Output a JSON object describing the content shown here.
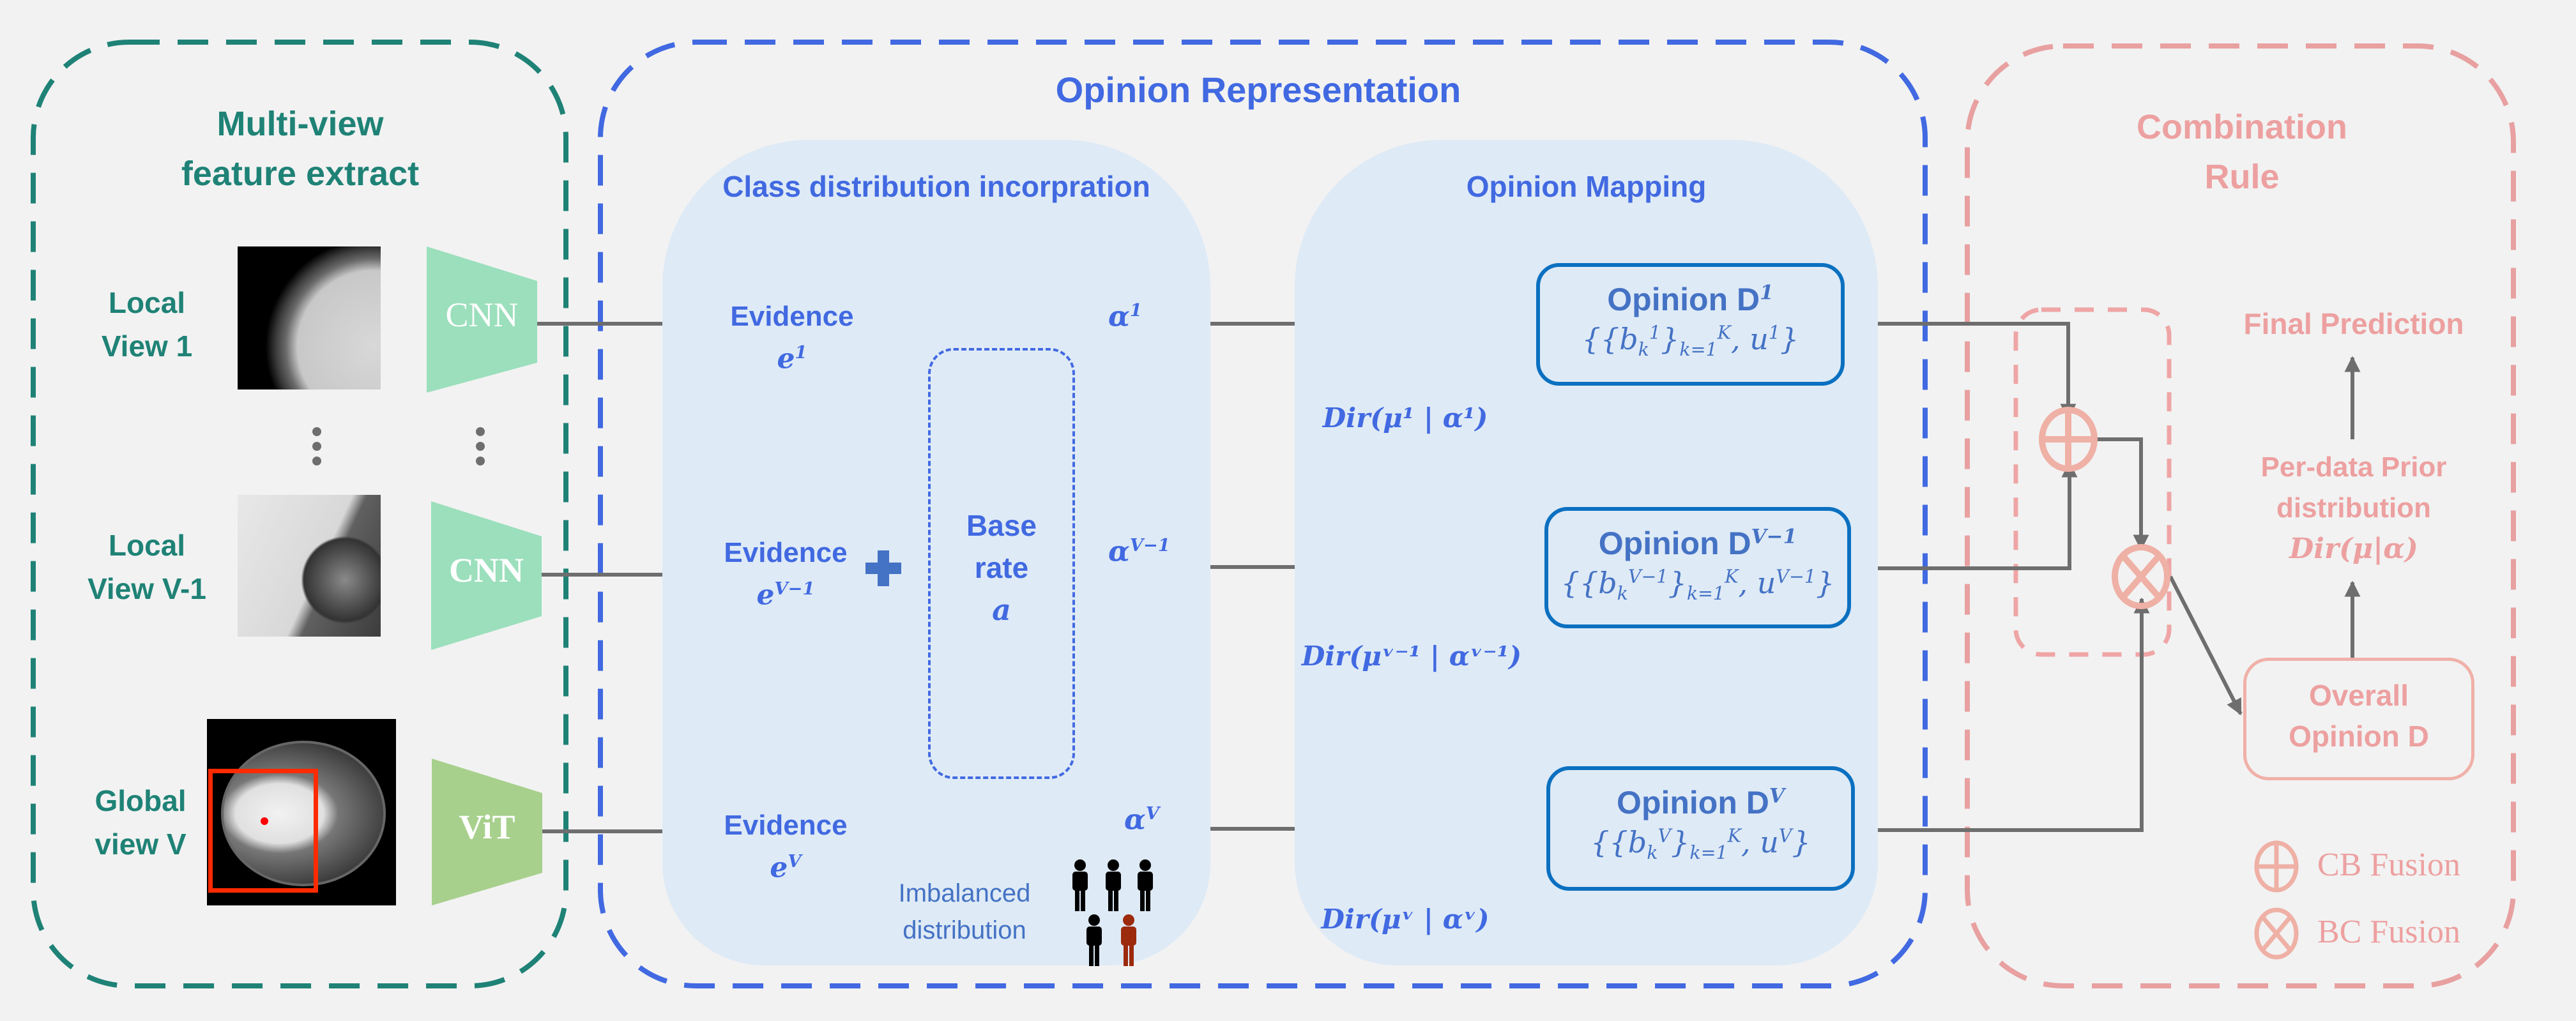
{
  "panels": {
    "feature": {
      "title_line1": "Multi-view",
      "title_line2": "feature extract",
      "color": "#1f8276",
      "views": [
        {
          "label_line1": "Local",
          "label_line2": "View 1",
          "encoder": "CNN"
        },
        {
          "label_line1": "Local",
          "label_line2": "View V-1",
          "encoder": "CNN"
        },
        {
          "label_line1": "Global",
          "label_line2": "view V",
          "encoder": "ViT"
        }
      ],
      "ellipsis": "⋮"
    },
    "representation": {
      "title": "Opinion Representation",
      "color": "#4169e1",
      "class_dist": {
        "title": "Class distribution incorpration",
        "evidence_label": "Evidence",
        "evidences": [
          "e",
          "e",
          "e"
        ],
        "evidence_sups": [
          "1",
          "V−1",
          "V"
        ],
        "plus": "+",
        "base_rate_line1": "Base",
        "base_rate_line2": "rate",
        "base_rate_symbol": "a",
        "alphas": [
          "α",
          "α",
          "α"
        ],
        "alpha_sups": [
          "1",
          "V−1",
          "V"
        ],
        "imbalanced_line1": "Imbalanced",
        "imbalanced_line2": "distribution"
      },
      "mapping": {
        "title": "Opinion Mapping",
        "dirichlets": [
          "Dir(μ¹ | α¹)",
          "Dir(μᵛ⁻¹ | αᵛ⁻¹)",
          "Dir(μᵛ | αᵛ)"
        ],
        "opinions": [
          {
            "title": "Opinion D",
            "sup": "1",
            "formula": "{{b",
            "b_sup": "1",
            "tail": "}",
            "k_range": "k=1",
            "u": "u",
            "u_sup": "1"
          },
          {
            "title": "Opinion D",
            "sup": "V−1",
            "formula": "{{b",
            "b_sup": "V−1",
            "tail": "}",
            "k_range": "k=1",
            "u": "u",
            "u_sup": "V−1"
          },
          {
            "title": "Opinion D",
            "sup": "V",
            "formula": "{{b",
            "b_sup": "V",
            "tail": "}",
            "k_range": "k=1",
            "u": "u",
            "u_sup": "V"
          }
        ],
        "K": "K",
        "k": "k"
      }
    },
    "combination": {
      "title_line1": "Combination",
      "title_line2": "Rule",
      "color": "#eda0a0",
      "final_prediction": "Final Prediction",
      "prior_line1": "Per-data Prior",
      "prior_line2": "distribution",
      "prior_formula": "Dir(μ|α)",
      "overall_line1": "Overall",
      "overall_line2": "Opinion D",
      "legend": [
        {
          "icon": "cb-fusion-icon",
          "label": "CB Fusion"
        },
        {
          "icon": "bc-fusion-icon",
          "label": "BC Fusion"
        }
      ]
    }
  },
  "colors": {
    "arrow": "#6e6e6e",
    "inner_bg": "#deeaf6",
    "opinion_box": "#0b70c0",
    "fusion_symbol": "#efb0a5",
    "cnn": "#9bdfbc",
    "vit": "#a8d08d",
    "roi": "#ff2a00"
  }
}
